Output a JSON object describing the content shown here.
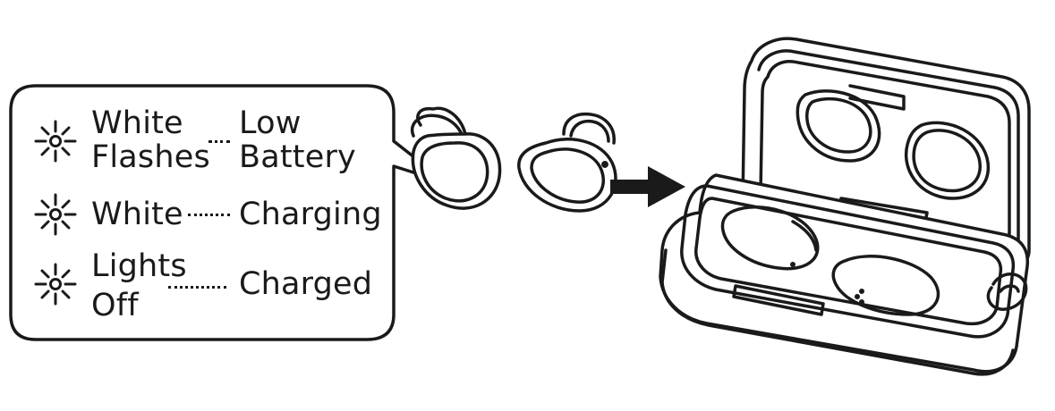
{
  "legend": {
    "rows": [
      {
        "indicator_icon": "led-light-icon",
        "state": [
          "White",
          "Flashes"
        ],
        "meaning": [
          "Low",
          "Battery"
        ]
      },
      {
        "indicator_icon": "led-light-icon",
        "state": [
          "White"
        ],
        "meaning": [
          "Charging"
        ]
      },
      {
        "indicator_icon": "led-light-icon",
        "state": [
          "Lights",
          "Off"
        ],
        "meaning": [
          "Charged"
        ]
      }
    ]
  },
  "colors": {
    "ink": "#1a1a1a",
    "background": "#ffffff"
  },
  "icons": [
    "led-light-icon",
    "left-earbud-icon",
    "right-earbud-icon",
    "arrow-right-icon",
    "charging-case-icon"
  ]
}
